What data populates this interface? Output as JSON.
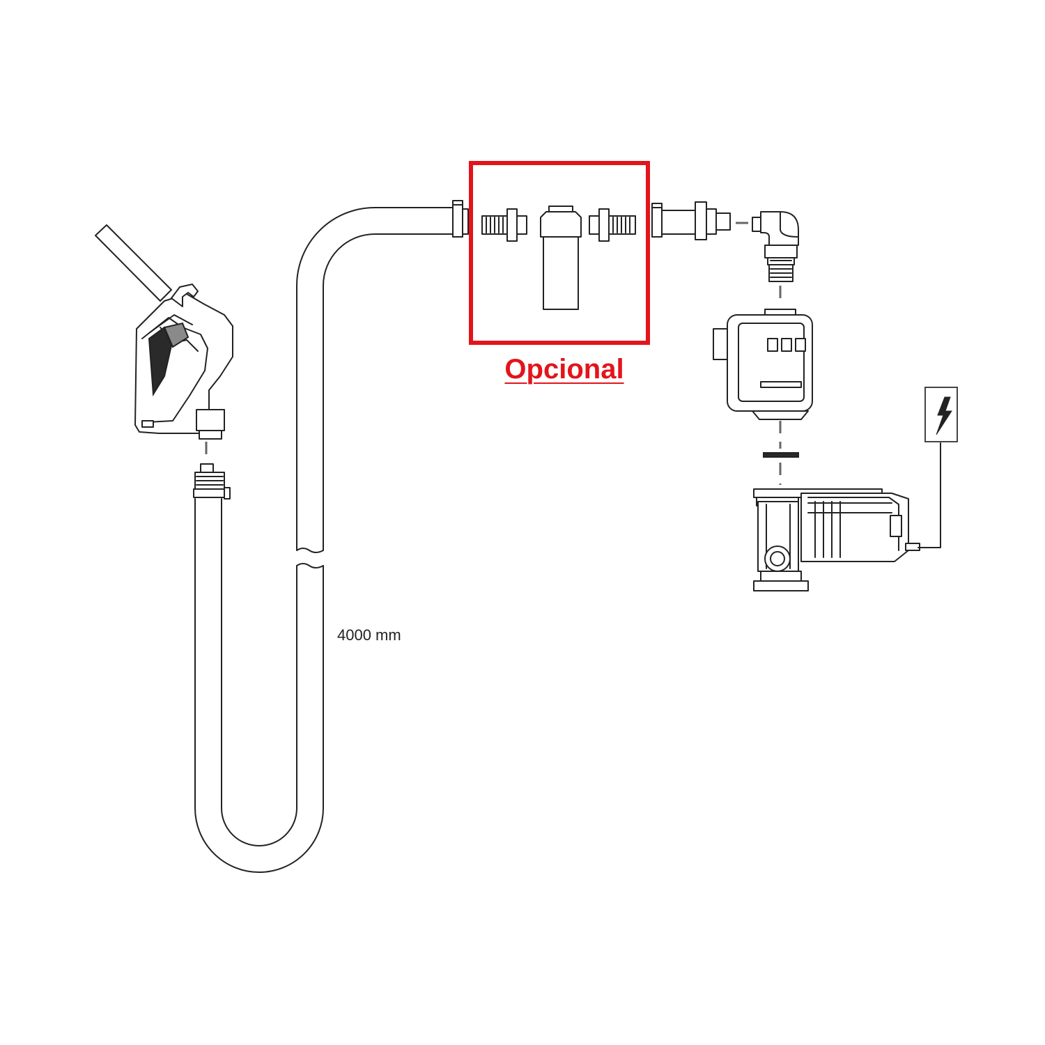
{
  "labels": {
    "optional": "Opcional",
    "hose_length": "4000 mm"
  },
  "colors": {
    "optional_highlight": "#e3141b",
    "line": "#222222",
    "fill": "#ffffff",
    "dashed_connector": "#666666",
    "shading": "#8a8a8a"
  },
  "icons": {
    "power_supply": "lightning-bolt"
  },
  "components": [
    "fuel-nozzle",
    "delivery-hose",
    "hose-clamp",
    "hose-fitting",
    "optional-filter-kit",
    "filter-cartridge",
    "elbow-fitting",
    "flow-meter",
    "gasket",
    "electric-pump",
    "power-supply"
  ]
}
